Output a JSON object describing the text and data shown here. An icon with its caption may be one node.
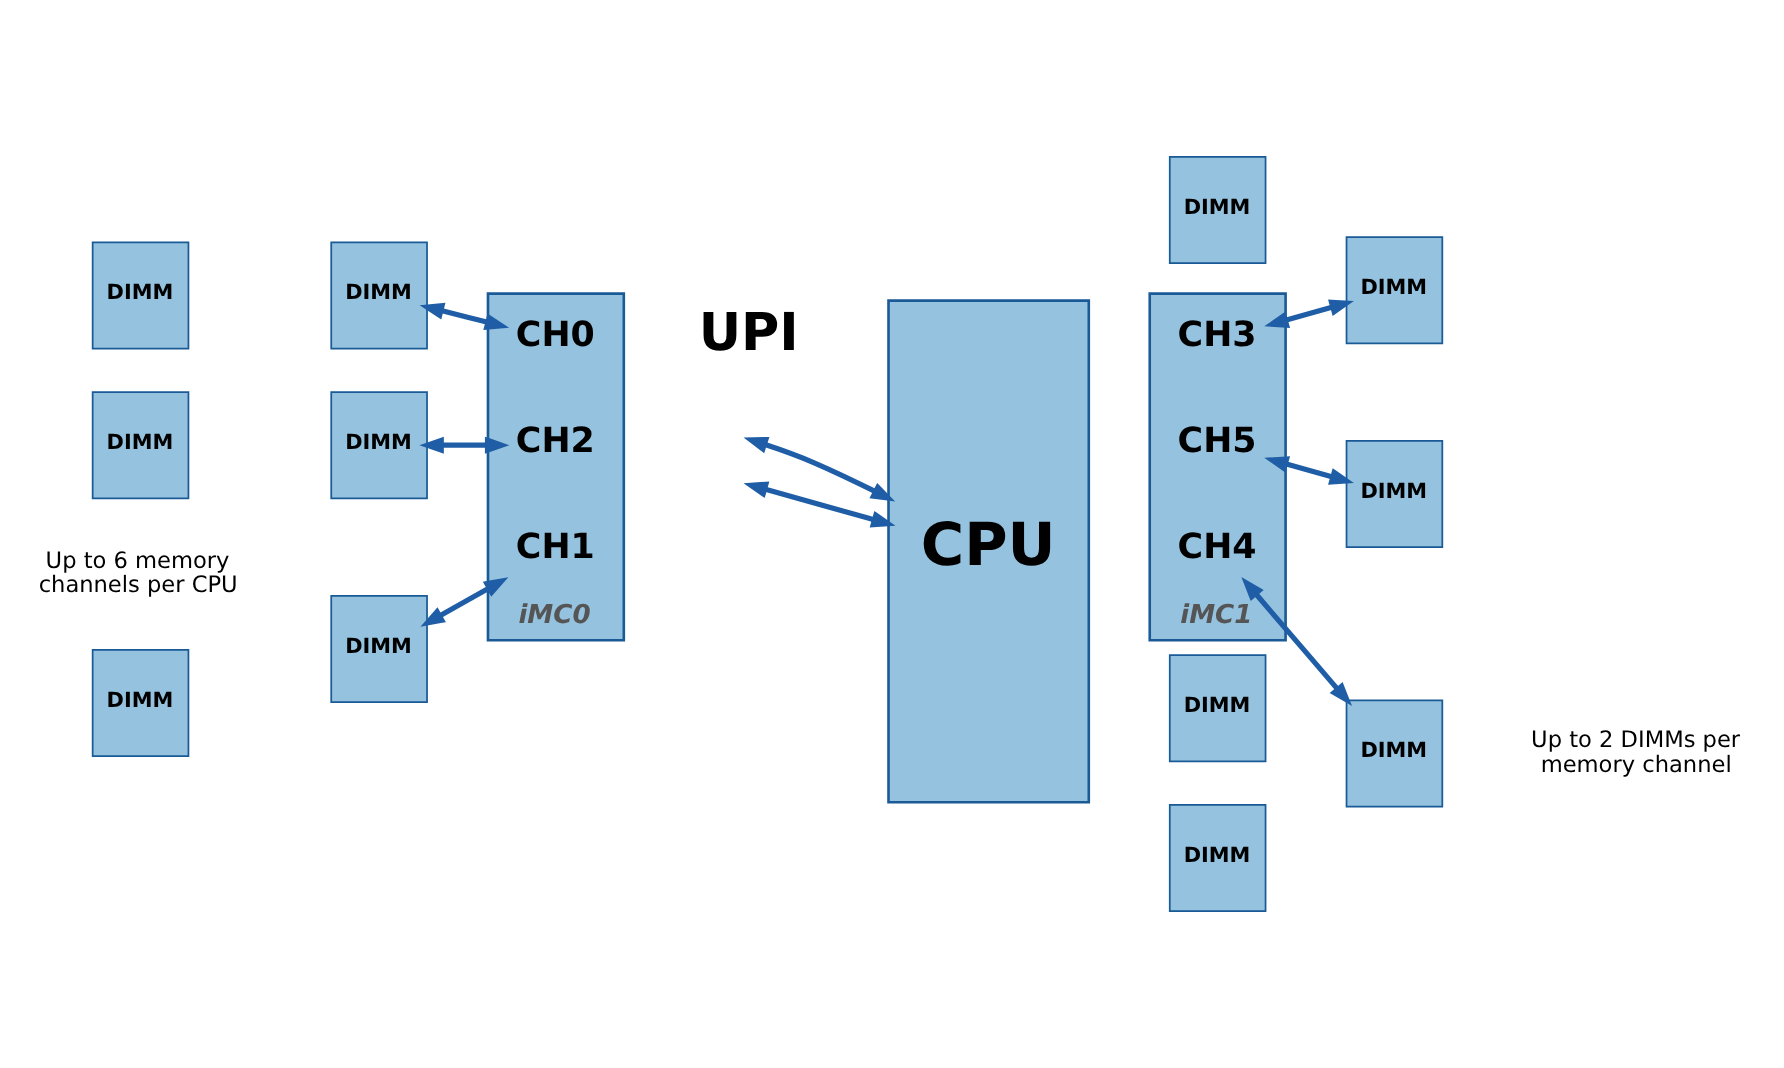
{
  "diagram": {
    "nodes": [
      {
        "text": [
          "iMC0"
        ]
      },
      {
        "text": [
          "CH0"
        ],
        "in": 0
      },
      {
        "text": [
          "CH1"
        ],
        "in": 0
      },
      {
        "text": [
          "CH2"
        ],
        "in": 0
      },
      {
        "text": [
          "CPU"
        ]
      },
      {
        "text": [
          "iMC1"
        ]
      },
      {
        "text": [
          "CH3"
        ],
        "in": 5
      },
      {
        "text": [
          "CH4"
        ],
        "in": 5
      },
      {
        "text": [
          "CH5"
        ],
        "in": 5
      },
      {
        "text": [
          "DIMM"
        ]
      },
      {
        "text": [
          "DIMM"
        ]
      },
      {
        "text": [
          "DIMM"
        ]
      },
      {
        "text": [
          "DIMM"
        ]
      },
      {
        "text": [
          "DIMM"
        ]
      },
      {
        "text": [
          "DIMM"
        ]
      },
      {
        "text": [
          "DIMM"
        ]
      },
      {
        "text": [
          "DIMM"
        ]
      },
      {
        "text": [
          "DIMM"
        ]
      },
      {
        "text": [
          "DIMM"
        ]
      },
      {
        "text": [
          "DIMM"
        ]
      },
      {
        "text": [
          "DIMM"
        ]
      }
    ],
    "edges": [
      {
        "from": null,
        "to": 4,
        "arrow": "both"
      },
      {
        "from": null,
        "to": 4,
        "arrow": "both"
      },
      {
        "from": 10,
        "to": 1,
        "arrow": "both"
      },
      {
        "from": 12,
        "to": 2,
        "arrow": "both"
      },
      {
        "from": 14,
        "to": 3,
        "arrow": "both"
      },
      {
        "from": 6,
        "to": 15,
        "arrow": "both"
      },
      {
        "from": 7,
        "to": 17,
        "arrow": "both"
      },
      {
        "from": 8,
        "to": 19,
        "arrow": "both"
      }
    ],
    "labels": [
      "UPI",
      "Up to 6 memory channels per CPU",
      "Up to 2 DIMMs per memory channel"
    ]
  }
}
